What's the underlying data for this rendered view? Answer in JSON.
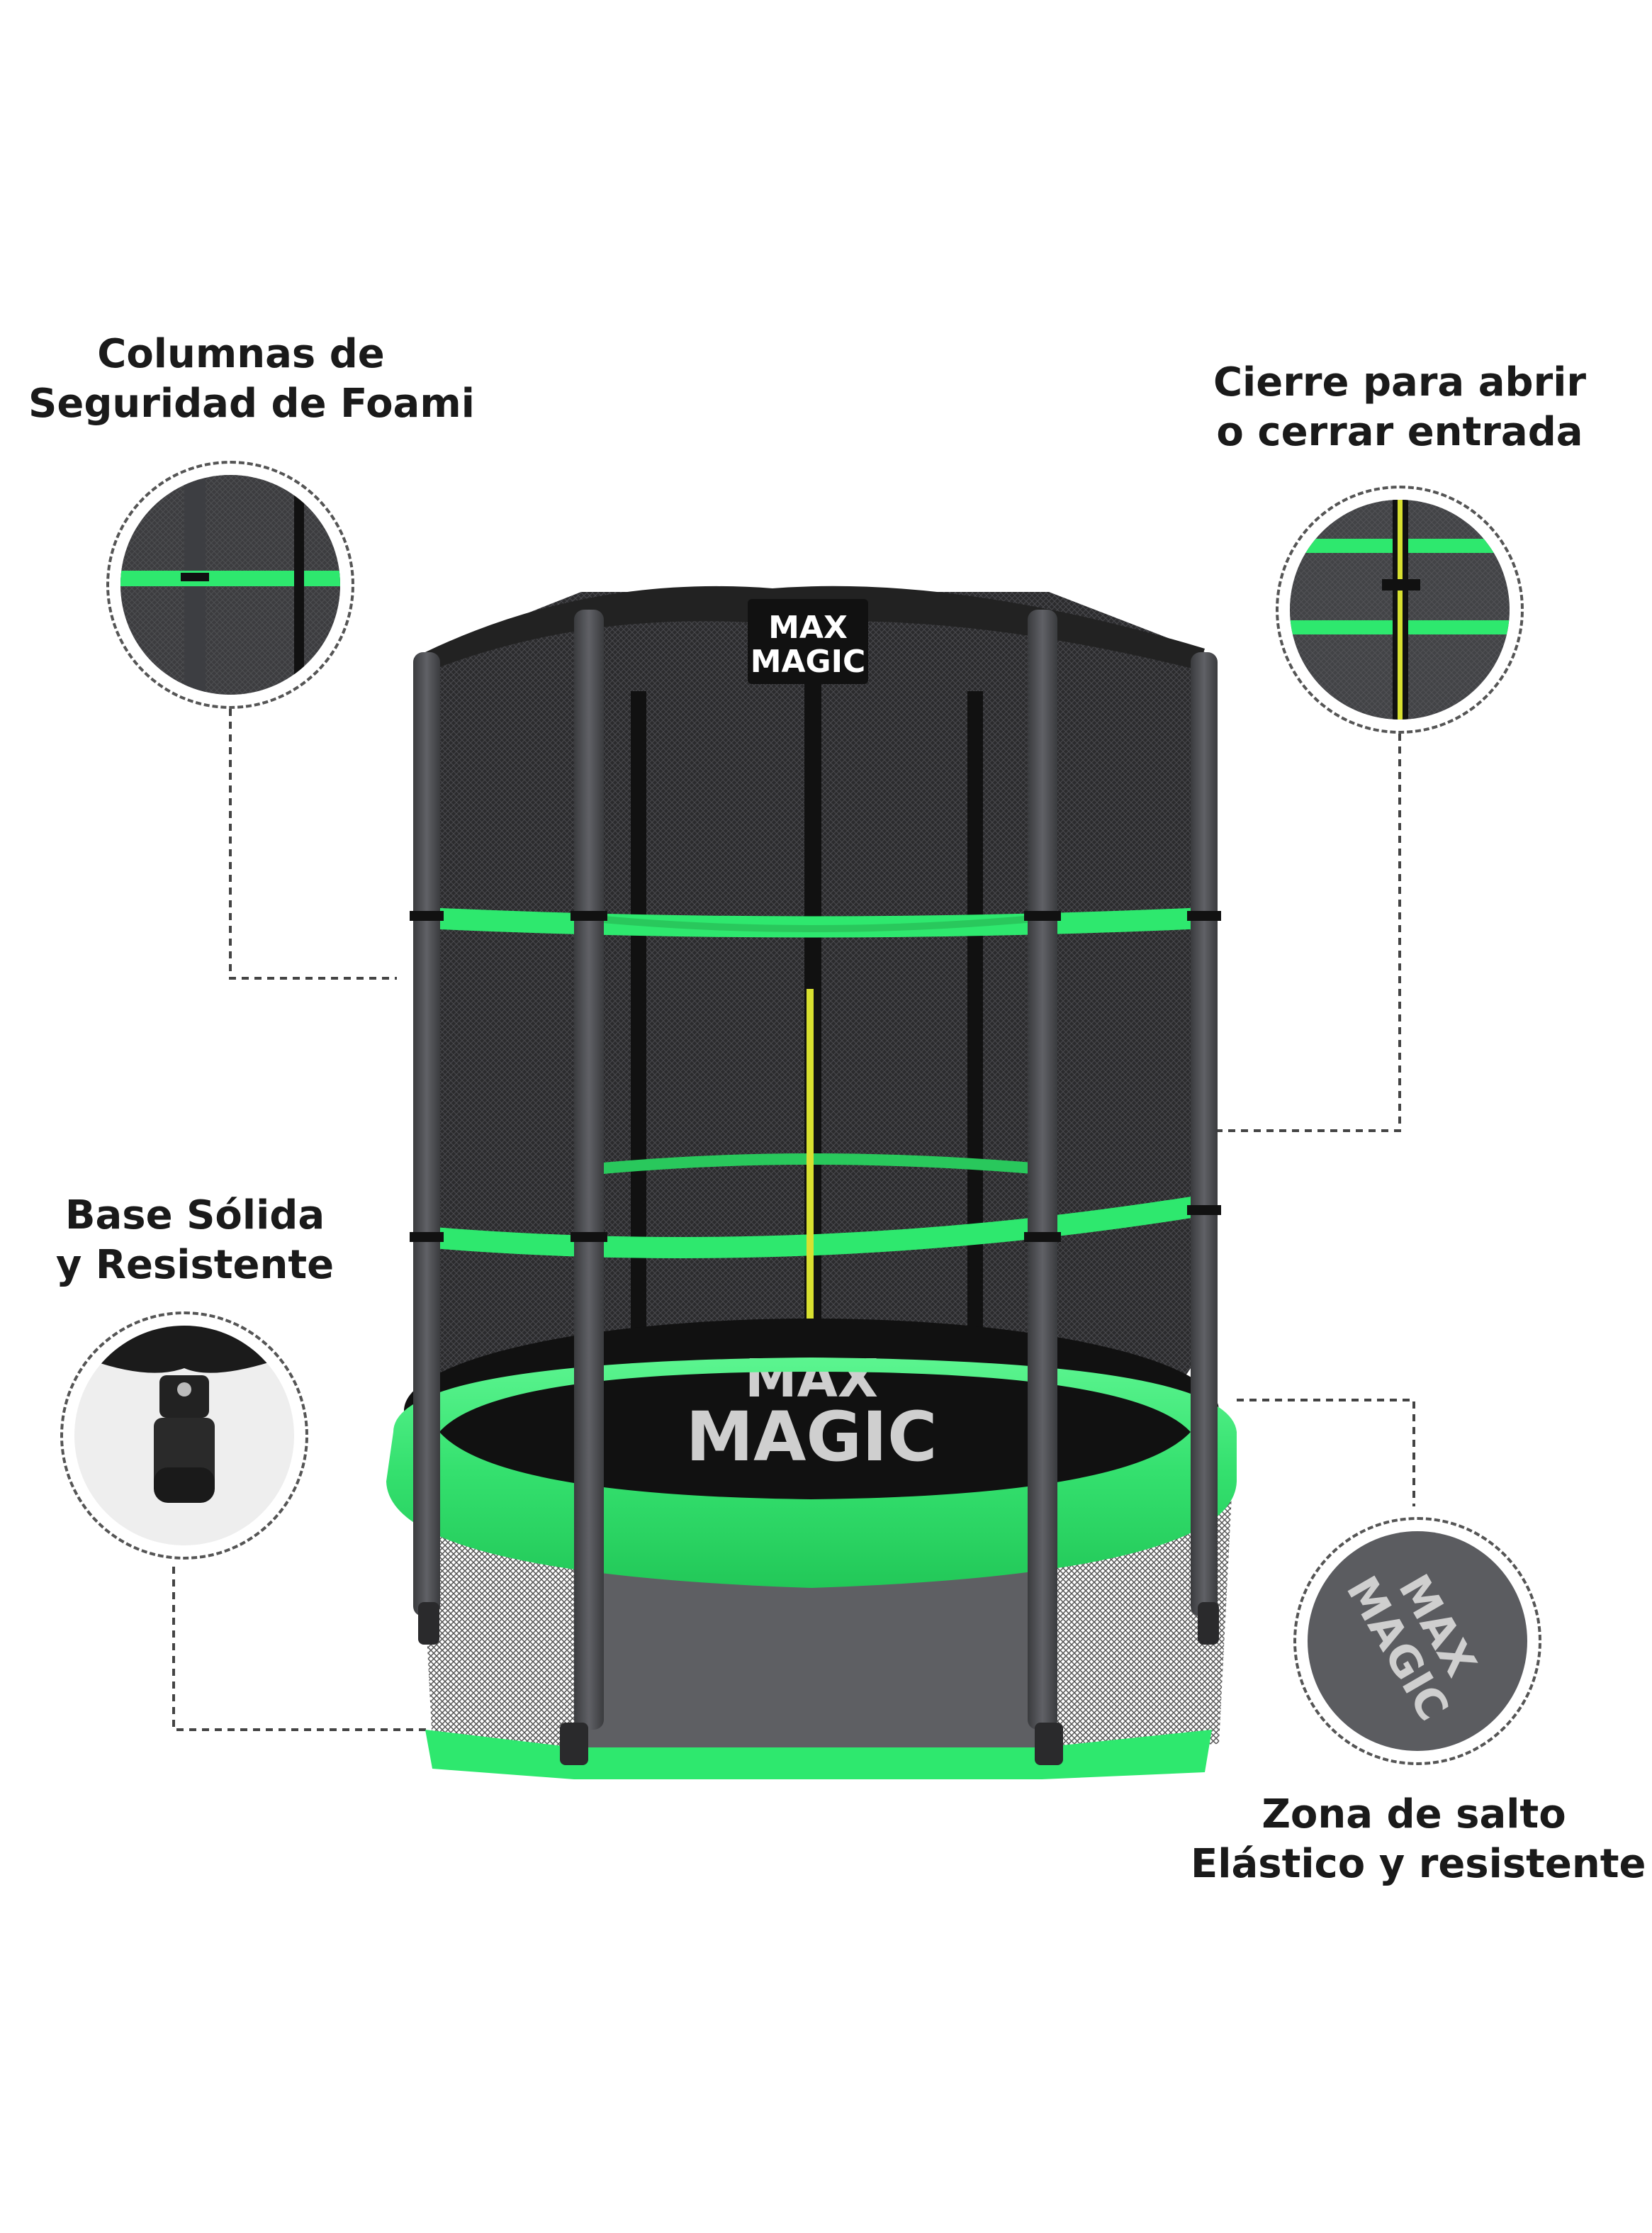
{
  "labels": {
    "columns": {
      "line1": "Columnas de",
      "line2": "Seguridad de Foami"
    },
    "zipper": {
      "line1": "Cierre para abrir",
      "line2": "o cerrar entrada"
    },
    "base": {
      "line1": "Base Sólida",
      "line2": "y Resistente"
    },
    "jump": {
      "line1": "Zona de salto",
      "line2": "Elástico y resistente"
    }
  },
  "brand": {
    "line1": "MAX",
    "line2": "MAGIC"
  },
  "colors": {
    "accent_green": "#2ee86e",
    "pad_green": "#3df07a",
    "pole_gray": "#4d4e52",
    "net_dark": "#2a2a2c",
    "mat_black": "#111111",
    "zipper_yellow": "#d8e030"
  }
}
